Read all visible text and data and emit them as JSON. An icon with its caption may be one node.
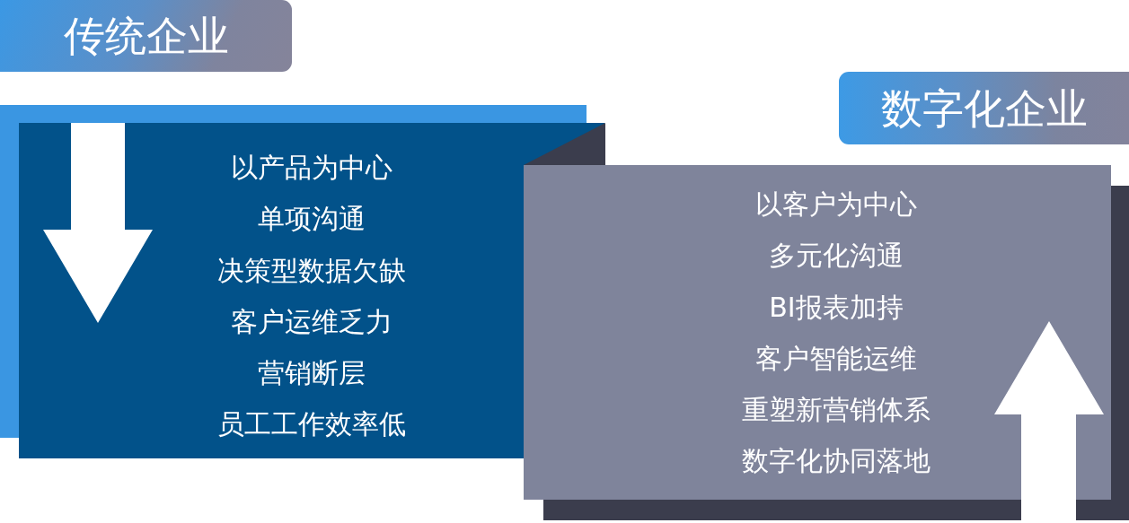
{
  "diagram": {
    "nodes": [
      {
        "text": [
          "传统企业"
        ]
      },
      {
        "text": [
          "以产品为中心",
          "单项沟通",
          "决策型数据欠缺",
          "客户运维乏力",
          "营销断层",
          "员工工作效率低"
        ]
      },
      {
        "text": [
          "数字化企业"
        ]
      },
      {
        "text": [
          "以客户为中心",
          "多元化沟通",
          "BI报表加持",
          "客户智能运维",
          "重塑新营销体系",
          "数字化协同落地"
        ]
      }
    ]
  }
}
